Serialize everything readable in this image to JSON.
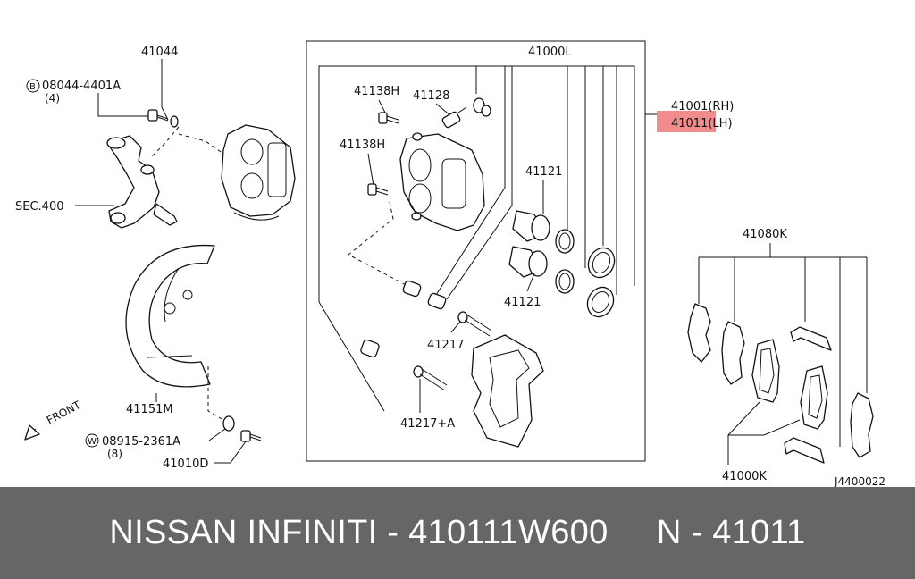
{
  "diagram": {
    "labels": {
      "p41044": "41044",
      "bolt_spec": "08044-4401A",
      "bolt_marker": "B",
      "bolt_qty": "(4)",
      "sec400": "SEC.400",
      "p41000L": "41000L",
      "p41138H_a": "41138H",
      "p41128": "41128",
      "p41138H_b": "41138H",
      "p41121_a": "41121",
      "p41121_b": "41121",
      "p41217": "41217",
      "p41217A": "41217+A",
      "p41001": "41001(RH)",
      "p41011": "41011(LH)",
      "p41080K": "41080K",
      "p41000K": "41000K",
      "p41151M": "41151M",
      "front": "FRONT",
      "washer_spec": "08915-2361A",
      "washer_marker": "W",
      "washer_qty": "(8)",
      "p41010D": "41010D",
      "ref_code": "J4400022"
    },
    "highlight_color": "#f28b8b"
  },
  "footer": {
    "text": "NISSAN INFINITI - 410111W600     N - 41011",
    "background": "#666666"
  }
}
